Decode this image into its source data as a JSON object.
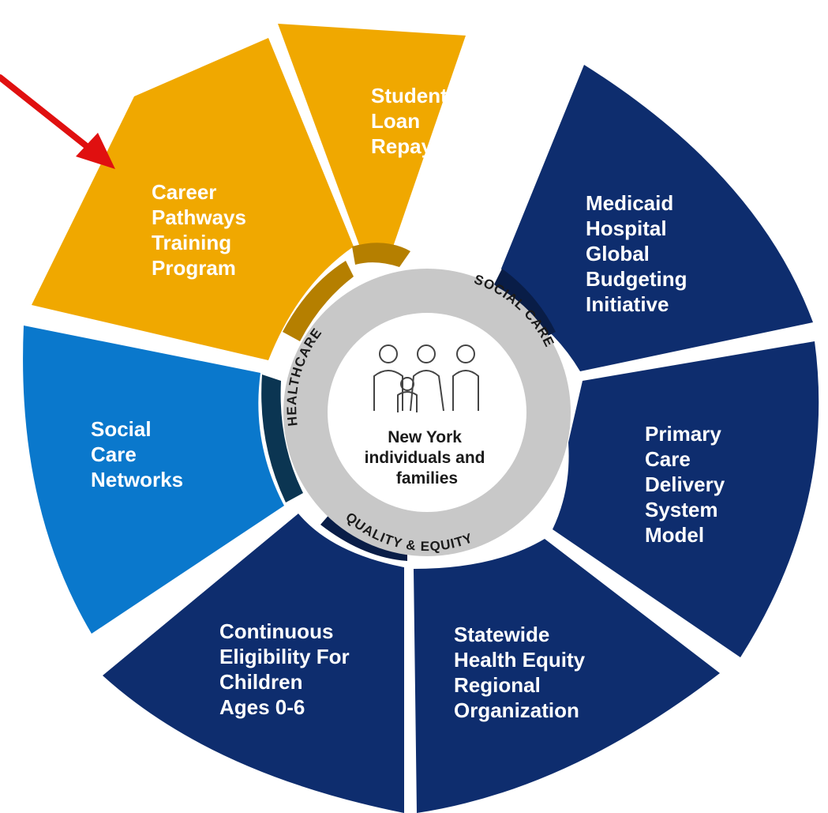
{
  "center": {
    "lines": [
      "New York",
      "individuals and",
      "families"
    ],
    "icon": "family-icon"
  },
  "ring_labels": {
    "healthcare": "HEALTHCARE",
    "social_care": "SOCIAL CARE",
    "quality_equity": "QUALITY & EQUITY"
  },
  "segments": [
    {
      "id": "student-loan-repayment",
      "lines": [
        "Student",
        "Loan",
        "Repayment"
      ],
      "color": "#F0A800"
    },
    {
      "id": "medicaid-hospital-global-budgeting",
      "lines": [
        "Medicaid",
        "Hospital",
        "Global",
        "Budgeting",
        "Initiative"
      ],
      "color": "#0E2D6E"
    },
    {
      "id": "primary-care-delivery-system-model",
      "lines": [
        "Primary",
        "Care",
        "Delivery",
        "System",
        "Model"
      ],
      "color": "#0E2D6E"
    },
    {
      "id": "statewide-health-equity-regional-org",
      "lines": [
        "Statewide",
        "Health Equity",
        "Regional",
        "Organization"
      ],
      "color": "#0E2D6E"
    },
    {
      "id": "continuous-eligibility-children",
      "lines": [
        "Continuous",
        "Eligibility For",
        "Children",
        "Ages 0-6"
      ],
      "color": "#0E2D6E"
    },
    {
      "id": "social-care-networks",
      "lines": [
        "Social",
        "Care",
        "Networks"
      ],
      "color": "#0A78CC"
    },
    {
      "id": "career-pathways-training",
      "lines": [
        "Career",
        "Pathways",
        "Training",
        "Program"
      ],
      "color": "#F0A800"
    }
  ],
  "colors": {
    "gold": "#F0A800",
    "gold_dark": "#B57F00",
    "navy": "#0E2D6E",
    "navy_dark": "#091D47",
    "blue": "#0A78CC",
    "blue_dark": "#0B3552",
    "ring": "#C8C8C8",
    "arrow": "#E01010"
  },
  "arrow": {
    "icon": "red-arrow-icon"
  }
}
